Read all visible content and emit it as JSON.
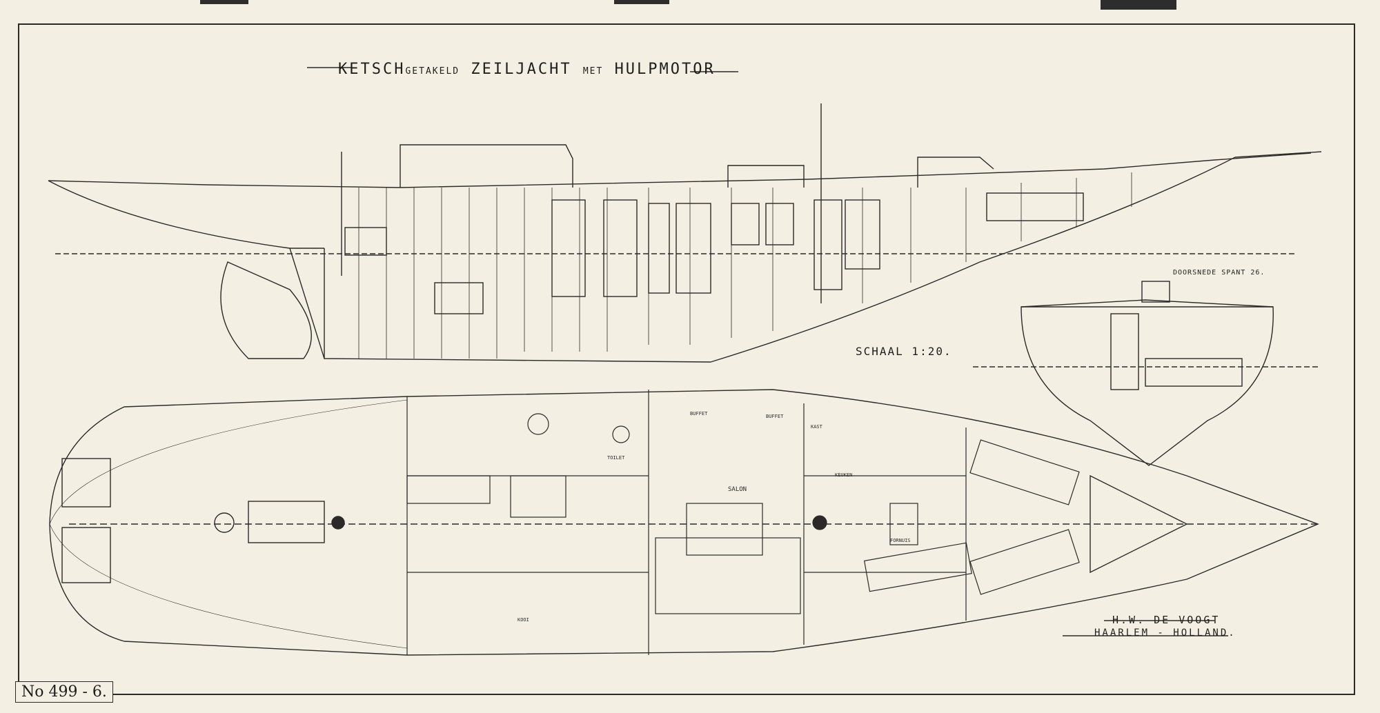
{
  "title": {
    "part1": "KETSCH",
    "part2": "GETAKELD",
    "part3": "ZEILJACHT",
    "part4": "MET",
    "part5": "HULPMOTOR"
  },
  "scale_label": "SCHAAL 1:20.",
  "section_label": "DOORSNEDE SPANT 26.",
  "designer": "H.W. DE VOOGT",
  "location": "HAARLEM - HOLLAND.",
  "drawing_number": "No 499 - 6.",
  "rooms": {
    "salon": "SALON",
    "buffet1": "BUFFET",
    "buffet2": "BUFFET",
    "toilet": "TOILET",
    "kast": "KAST",
    "kooi": "KOOI",
    "keuken": "KEUKEN",
    "fornuis": "FORNUIS"
  },
  "colors": {
    "paper": "#f3efe3",
    "ink": "#2b2a28"
  }
}
